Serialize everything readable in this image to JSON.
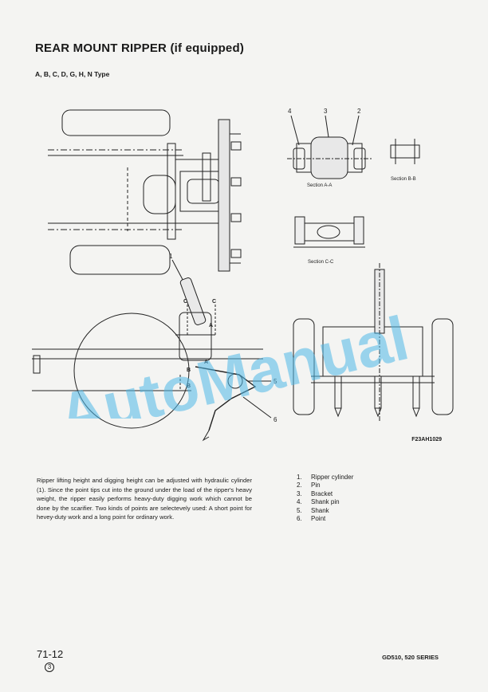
{
  "header": {
    "title": "REAR MOUNT RIPPER (if equipped)",
    "subtitle": "A, B, C, D, G, H, N Type"
  },
  "figure": {
    "callouts": [
      "1",
      "2",
      "3",
      "4",
      "5",
      "6"
    ],
    "section_letters": [
      "A",
      "B",
      "C"
    ],
    "section_labels": {
      "aa": "Section A-A",
      "bb": "Section B-B",
      "cc": "Section C-C"
    },
    "code": "F23AH1029"
  },
  "watermark": {
    "text": "AutoManual",
    "color": "#4fb8e8"
  },
  "description": "Ripper lifting height and digging height can be adjusted with hydraulic cylinder (1). Since the point tips cut into the ground under the load of the ripper's heavy weight, the ripper easily performs heavy-duty digging work which cannot be done by the scarifier. Two kinds of points are selectevely used: A short point for hevey-duty work and a long point for ordinary work.",
  "legend": [
    {
      "num": "1.",
      "label": "Ripper cylinder"
    },
    {
      "num": "2.",
      "label": "Pin"
    },
    {
      "num": "3.",
      "label": "Bracket"
    },
    {
      "num": "4.",
      "label": "Shank pin"
    },
    {
      "num": "5.",
      "label": "Shank"
    },
    {
      "num": "6.",
      "label": "Point"
    }
  ],
  "footer": {
    "page_number": "71-12",
    "revision": "3",
    "series": "GD510, 520 SERIES"
  }
}
